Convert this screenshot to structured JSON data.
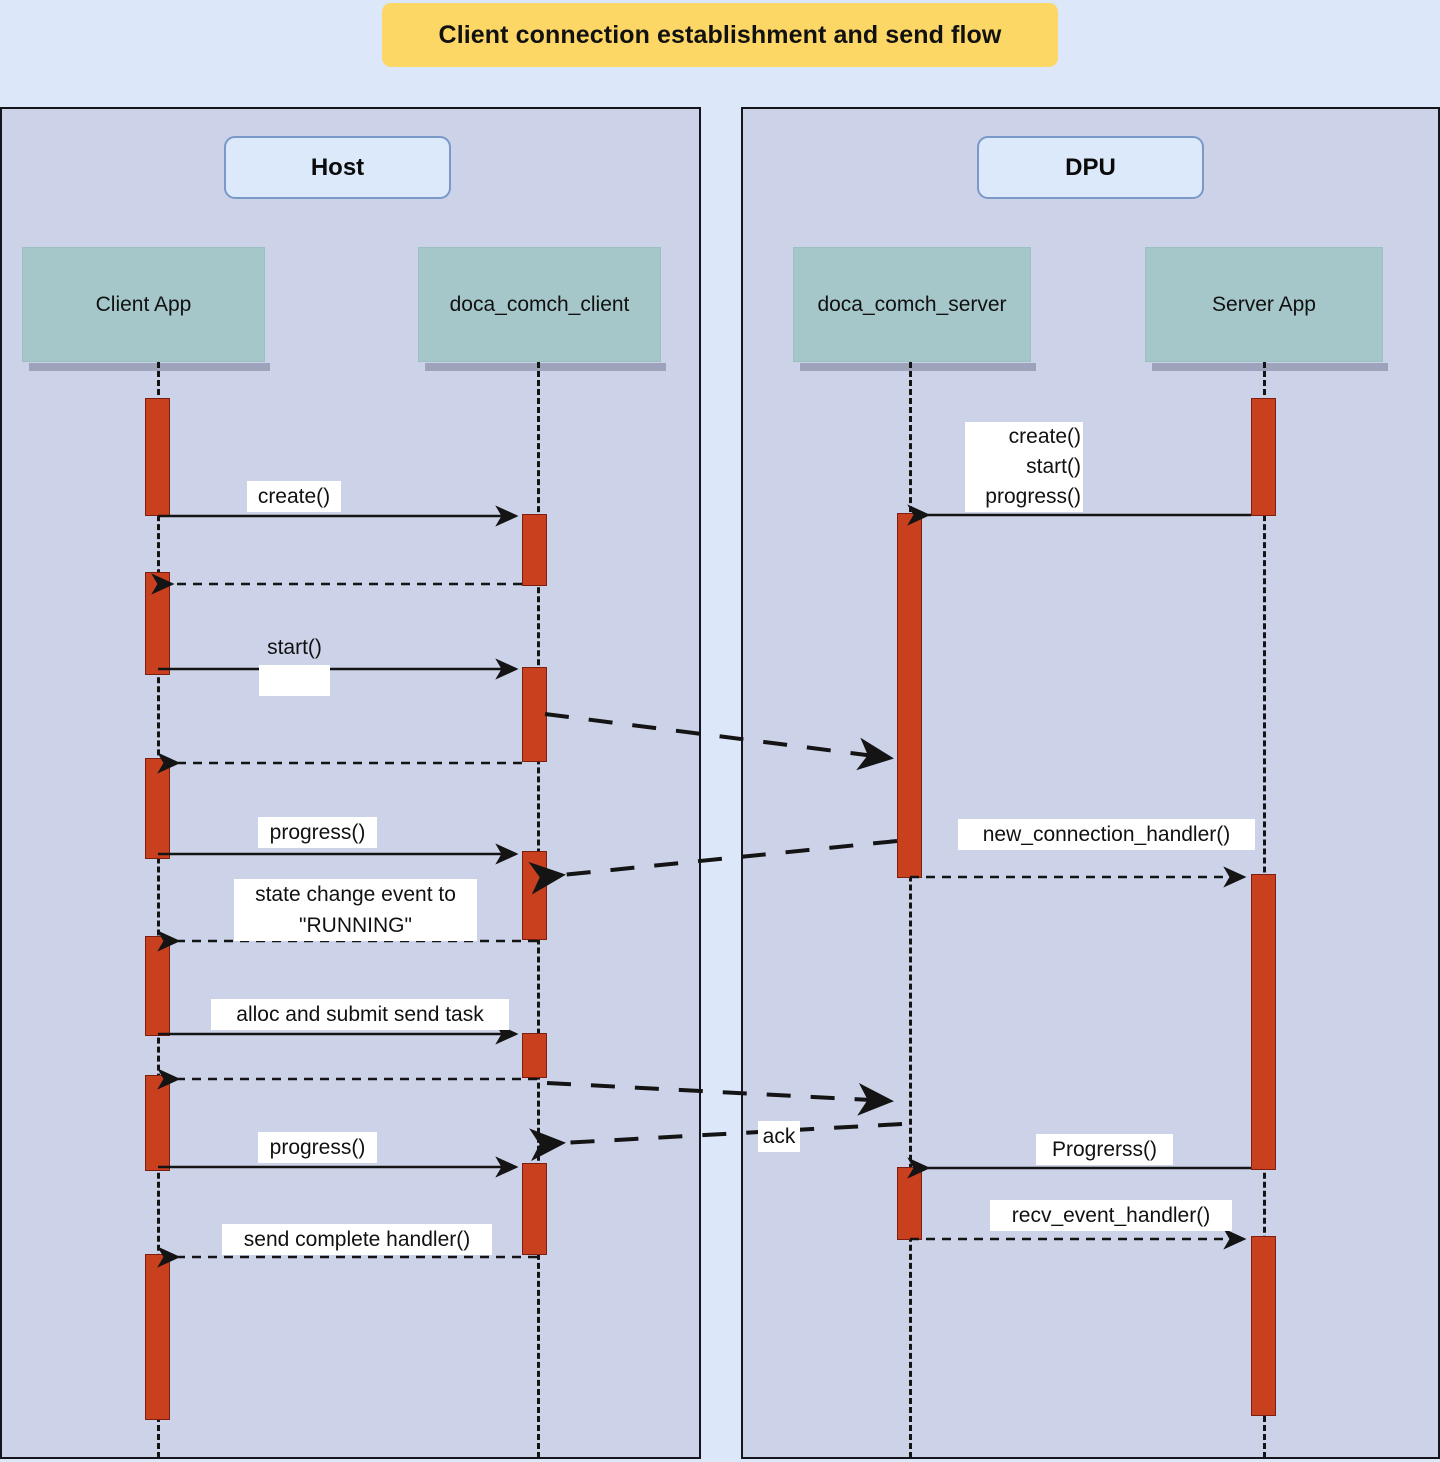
{
  "title": {
    "text": "Client connection establishment and send flow",
    "background": "#fcd766"
  },
  "colors": {
    "page_background": "#dde7fa",
    "frame_fill": "#ccd3e9",
    "frame_border": "#14161c",
    "group_pill_fill": "#dce9fa",
    "group_pill_border": "#7a98c8",
    "participant_fill": "#a5c7c9",
    "participant_shadow": "#9ca3bb",
    "activation_fill": "#c9401f",
    "activation_border": "#7c1f10",
    "arrow_color": "#141414",
    "label_background": "#ffffff"
  },
  "groups": [
    {
      "name": "host-group",
      "label": "Host"
    },
    {
      "name": "dpu-group",
      "label": "DPU"
    }
  ],
  "participants": [
    {
      "name": "client-app",
      "label": "Client App",
      "group": "Host"
    },
    {
      "name": "doca-comch-client",
      "label": "doca_comch_client",
      "group": "Host"
    },
    {
      "name": "doca-comch-server",
      "label": "doca_comch_server",
      "group": "DPU"
    },
    {
      "name": "server-app",
      "label": "Server App",
      "group": "DPU"
    }
  ],
  "messages": [
    {
      "id": "m1",
      "label": "create()",
      "from": "Client App",
      "to": "doca_comch_client",
      "style": "solid",
      "direction": "right"
    },
    {
      "id": "m2",
      "label": "create()\nstart()\nprogress()",
      "from": "Server App",
      "to": "doca_comch_server",
      "style": "solid",
      "direction": "left"
    },
    {
      "id": "m3",
      "label": "",
      "from": "doca_comch_client",
      "to": "Client App",
      "style": "dashed",
      "direction": "left"
    },
    {
      "id": "m4",
      "label": "start()",
      "from": "Client App",
      "to": "doca_comch_client",
      "style": "solid",
      "direction": "right"
    },
    {
      "id": "m5",
      "label": "",
      "from": "doca_comch_client",
      "to": "doca_comch_server",
      "style": "bigdash",
      "direction": "right"
    },
    {
      "id": "m6",
      "label": "",
      "from": "doca_comch_client",
      "to": "Client App",
      "style": "dashed",
      "direction": "left"
    },
    {
      "id": "m7",
      "label": "progress()",
      "from": "Client App",
      "to": "doca_comch_client",
      "style": "solid",
      "direction": "right"
    },
    {
      "id": "m8",
      "label": "",
      "from": "doca_comch_server",
      "to": "doca_comch_client",
      "style": "bigdash",
      "direction": "left"
    },
    {
      "id": "m9",
      "label": "new_connection_handler()",
      "from": "doca_comch_server",
      "to": "Server App",
      "style": "dashed",
      "direction": "right"
    },
    {
      "id": "m10",
      "label": "state change event to\n\"RUNNING\"",
      "from": "doca_comch_client",
      "to": "Client App",
      "style": "dashed",
      "direction": "left"
    },
    {
      "id": "m11",
      "label": "alloc and submit send task",
      "from": "Client App",
      "to": "doca_comch_client",
      "style": "solid",
      "direction": "right"
    },
    {
      "id": "m12",
      "label": "",
      "from": "doca_comch_client",
      "to": "Client App",
      "style": "dashed",
      "direction": "left"
    },
    {
      "id": "m13",
      "label": "",
      "from": "doca_comch_client",
      "to": "doca_comch_server",
      "style": "bigdash",
      "direction": "right"
    },
    {
      "id": "m14",
      "label": "ack",
      "from": "doca_comch_server",
      "to": "doca_comch_client",
      "style": "bigdash",
      "direction": "left"
    },
    {
      "id": "m15",
      "label": "progress()",
      "from": "Client App",
      "to": "doca_comch_client",
      "style": "solid",
      "direction": "right"
    },
    {
      "id": "m16",
      "label": "Progrerss()",
      "from": "Server App",
      "to": "doca_comch_server",
      "style": "solid",
      "direction": "left"
    },
    {
      "id": "m17",
      "label": "recv_event_handler()",
      "from": "doca_comch_server",
      "to": "Server App",
      "style": "dashed",
      "direction": "right"
    },
    {
      "id": "m18",
      "label": "send complete handler()",
      "from": "doca_comch_client",
      "to": "Client App",
      "style": "dashed",
      "direction": "left"
    }
  ],
  "labels": {
    "create": "create()",
    "start": "start()",
    "progress": "progress()",
    "server_create_start_progress": "create()\nstart()\nprogress()",
    "new_connection_handler": "new_connection_handler()",
    "state_change": "state change event to\n\"RUNNING\"",
    "alloc_submit": "alloc and submit send task",
    "ack": "ack",
    "progrerss": "Progrerss()",
    "recv_event_handler": "recv_event_handler()",
    "send_complete_handler": "send complete handler()"
  }
}
